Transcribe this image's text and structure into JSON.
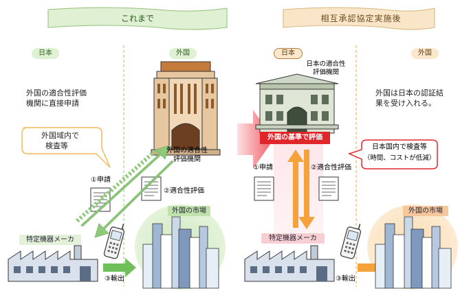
{
  "banners": {
    "before": "これまで",
    "after": "相互承認協定実施後"
  },
  "labels": {
    "japan": "日本",
    "foreign": "外国"
  },
  "before": {
    "apply_direct": [
      "外国の適合性評価",
      "機関に直接申請"
    ],
    "bubble": [
      "外国域内で",
      "検査等"
    ],
    "foreign_body": [
      "外国の適合性",
      "評価機関"
    ],
    "step1": "①申請",
    "step2": "②適合性評価",
    "step3": "③輸出",
    "maker": "特定機器メーカ",
    "market": "外国の市場"
  },
  "after": {
    "japan_body": [
      "日本の適合性",
      "評価機関"
    ],
    "red_banner": "外国の基準で評価",
    "foreign_accepts": [
      "外国は日本の認証結",
      "果を受け入れる。"
    ],
    "bubble": [
      "日本国内で検査等",
      "（時間、コストが低減）"
    ],
    "step1": "①申請",
    "step2": "②適合性評価",
    "step3": "③輸出",
    "maker": "特定機器メーカ",
    "market": "外国の市場"
  },
  "colors": {
    "banner_green": "#dff1d2",
    "banner_beige": "#f9e6c9",
    "arrow_green": "#8fc97a",
    "arrow_orange": "#f6a23a",
    "red_banner": "#e0262b",
    "big_arrow": "#f05a64"
  }
}
